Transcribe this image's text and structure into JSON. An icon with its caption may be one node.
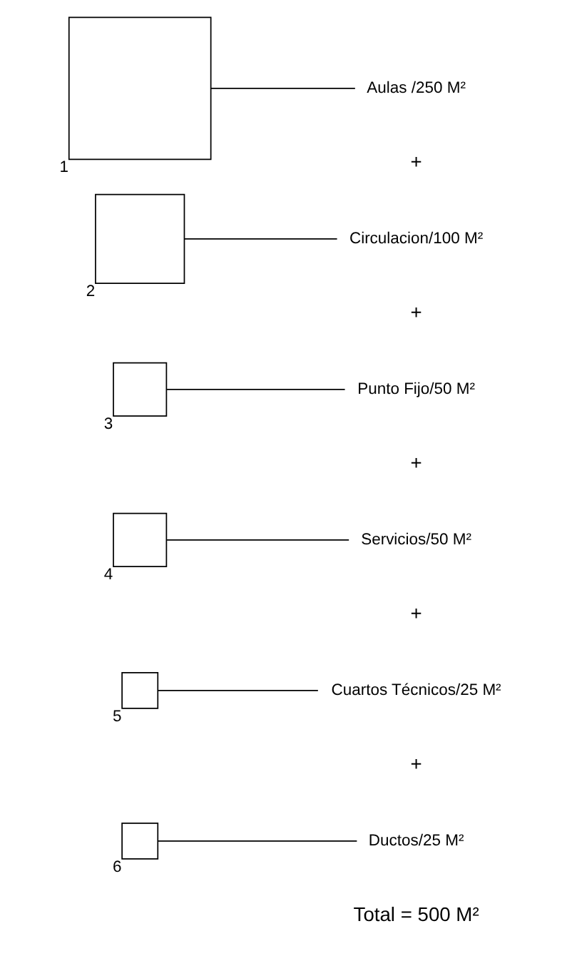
{
  "diagram": {
    "nodes": [
      {
        "text": [],
        "shape": "box",
        "beside": [
          "1"
        ]
      },
      {
        "text": [
          "Aulas /250 M²"
        ]
      },
      {
        "text": [],
        "shape": "box",
        "beside": [
          "2"
        ]
      },
      {
        "text": [
          "Circulacion/100 M²"
        ]
      },
      {
        "text": [],
        "shape": "box",
        "beside": [
          "3"
        ]
      },
      {
        "text": [
          "Punto Fijo/50 M²"
        ]
      },
      {
        "text": [],
        "shape": "box",
        "beside": [
          "4"
        ]
      },
      {
        "text": [
          "Servicios/50 M²"
        ]
      },
      {
        "text": [],
        "shape": "box",
        "beside": [
          "5"
        ]
      },
      {
        "text": [
          "Cuartos Técnicos/25 M²"
        ]
      },
      {
        "text": [],
        "shape": "box",
        "beside": [
          "6"
        ]
      },
      {
        "text": [
          "Ductos/25 M²"
        ]
      }
    ],
    "edges": [
      {
        "from": 0,
        "to": 1,
        "arrow": "none"
      },
      {
        "from": 2,
        "to": 3,
        "arrow": "none"
      },
      {
        "from": 4,
        "to": 5,
        "arrow": "none"
      },
      {
        "from": 6,
        "to": 7,
        "arrow": "none"
      },
      {
        "from": 8,
        "to": 9,
        "arrow": "none"
      },
      {
        "from": 10,
        "to": 11,
        "arrow": "none"
      }
    ],
    "labels": [
      "+",
      "+",
      "+",
      "+",
      "+",
      "Total = 500 M²"
    ]
  }
}
